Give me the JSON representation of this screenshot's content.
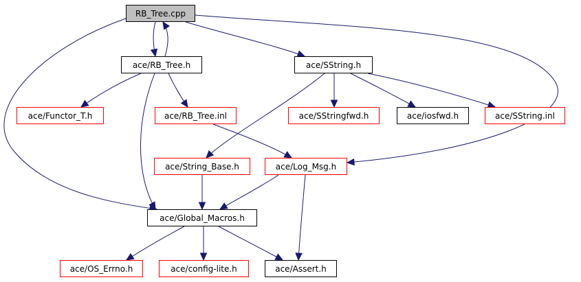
{
  "colors": {
    "edge": "#191970",
    "node_border": "#000000",
    "missing_border": "#ff0000",
    "root_fill": "#bfbfbf"
  },
  "nodes": [
    {
      "id": "rb_tree_cpp",
      "label": "RB_Tree.cpp",
      "kind": "root"
    },
    {
      "id": "rb_tree_h",
      "label": "ace/RB_Tree.h",
      "kind": "normal"
    },
    {
      "id": "sstring_h",
      "label": "ace/SString.h",
      "kind": "normal"
    },
    {
      "id": "functor_t_h",
      "label": "ace/Functor_T.h",
      "kind": "missing"
    },
    {
      "id": "rb_tree_inl",
      "label": "ace/RB_Tree.inl",
      "kind": "missing"
    },
    {
      "id": "sstringfwd_h",
      "label": "ace/SStringfwd.h",
      "kind": "missing"
    },
    {
      "id": "iosfwd_h",
      "label": "ace/iosfwd.h",
      "kind": "normal"
    },
    {
      "id": "sstring_inl",
      "label": "ace/SString.inl",
      "kind": "missing"
    },
    {
      "id": "string_base_h",
      "label": "ace/String_Base.h",
      "kind": "missing"
    },
    {
      "id": "log_msg_h",
      "label": "ace/Log_Msg.h",
      "kind": "missing"
    },
    {
      "id": "global_macros_h",
      "label": "ace/Global_Macros.h",
      "kind": "normal"
    },
    {
      "id": "os_errno_h",
      "label": "ace/OS_Errno.h",
      "kind": "missing"
    },
    {
      "id": "config_lite_h",
      "label": "ace/config-lite.h",
      "kind": "missing"
    },
    {
      "id": "assert_h",
      "label": "ace/Assert.h",
      "kind": "normal"
    }
  ],
  "edges": [
    {
      "from": "rb_tree_cpp",
      "to": "rb_tree_h"
    },
    {
      "from": "rb_tree_h",
      "to": "rb_tree_cpp"
    },
    {
      "from": "rb_tree_cpp",
      "to": "sstring_h"
    },
    {
      "from": "rb_tree_cpp",
      "to": "global_macros_h"
    },
    {
      "from": "rb_tree_cpp",
      "to": "log_msg_h"
    },
    {
      "from": "rb_tree_h",
      "to": "functor_t_h"
    },
    {
      "from": "rb_tree_h",
      "to": "rb_tree_inl"
    },
    {
      "from": "rb_tree_h",
      "to": "global_macros_h"
    },
    {
      "from": "rb_tree_inl",
      "to": "log_msg_h"
    },
    {
      "from": "sstring_h",
      "to": "string_base_h"
    },
    {
      "from": "sstring_h",
      "to": "sstringfwd_h"
    },
    {
      "from": "sstring_h",
      "to": "iosfwd_h"
    },
    {
      "from": "sstring_h",
      "to": "sstring_inl"
    },
    {
      "from": "string_base_h",
      "to": "global_macros_h"
    },
    {
      "from": "log_msg_h",
      "to": "global_macros_h"
    },
    {
      "from": "log_msg_h",
      "to": "assert_h"
    },
    {
      "from": "global_macros_h",
      "to": "os_errno_h"
    },
    {
      "from": "global_macros_h",
      "to": "config_lite_h"
    },
    {
      "from": "global_macros_h",
      "to": "assert_h"
    }
  ]
}
